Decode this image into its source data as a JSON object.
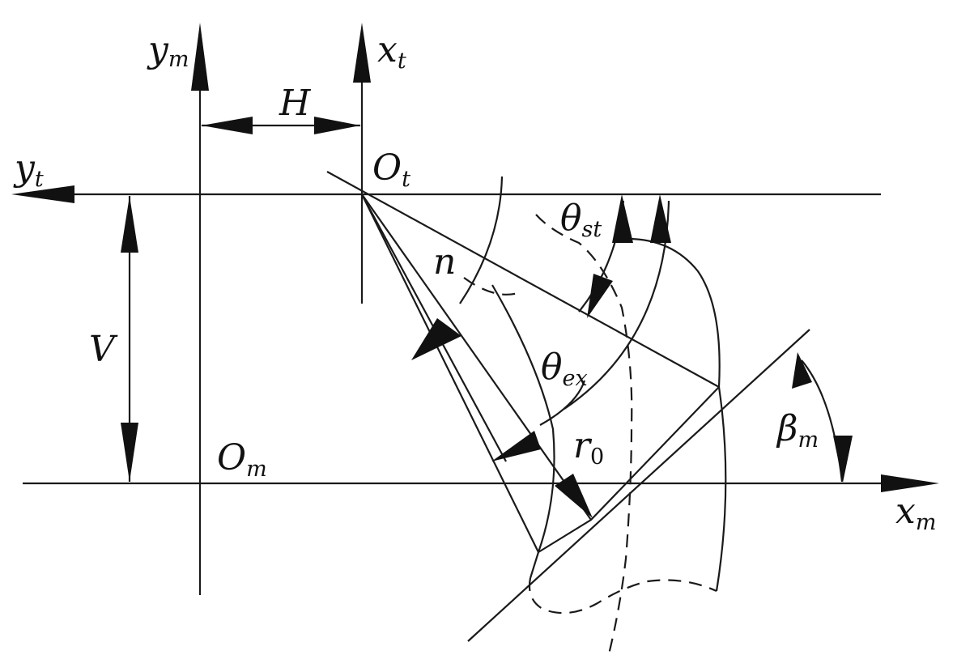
{
  "diagram": {
    "labels": {
      "ym": {
        "main": "y",
        "sub": "m"
      },
      "xt": {
        "main": "x",
        "sub": "t"
      },
      "H": {
        "main": "H"
      },
      "yt": {
        "main": "y",
        "sub": "t"
      },
      "Ot": {
        "main": "O",
        "sub": "t"
      },
      "theta_st": {
        "main": "θ",
        "sub": "st"
      },
      "n": {
        "main": "n"
      },
      "V": {
        "main": "V"
      },
      "theta_ex": {
        "main": "θ",
        "sub": "ex"
      },
      "r0": {
        "main": "r",
        "sub": "0"
      },
      "beta_m": {
        "main": "β",
        "sub": "m"
      },
      "Om": {
        "main": "O",
        "sub": "m"
      },
      "xm": {
        "main": "x",
        "sub": "m"
      }
    }
  }
}
